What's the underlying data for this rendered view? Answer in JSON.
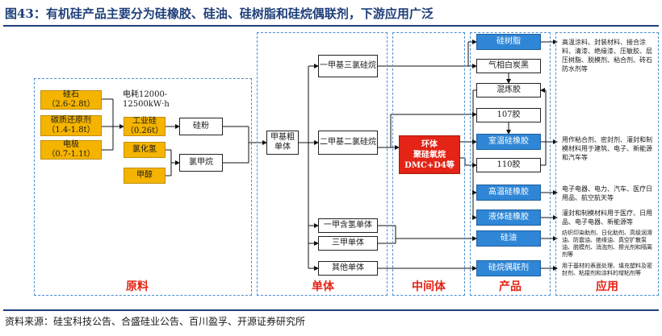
{
  "title": "图43：有机硅产品主要分为硅橡胶、硅油、硅树脂和硅烷偶联剂，下游应用广泛",
  "source": "资料来源：硅宝科技公告、合盛硅业公告、百川盈孚、开源证券研究所",
  "sections": {
    "raw": "原料",
    "monomer": "单体",
    "intermediate": "中间体",
    "product": "产品",
    "application": "应用"
  },
  "raw_materials": {
    "silica": {
      "name": "硅石",
      "amount": "（2.6-2.8t）"
    },
    "carbon": {
      "name": "碳质还原剂",
      "amount": "（1.4-1.8t）"
    },
    "electrode": {
      "name": "电极",
      "amount": "（0.7-1.1t）"
    },
    "power_note": "电耗12000-12500kW·h",
    "industrial_silicon": {
      "name": "工业硅",
      "amount": "（0.26t）"
    },
    "methyl_chloride": "氯化氢",
    "methanol": "甲醇",
    "silicon_powder": "硅粉",
    "chloromethane": "氯甲烷"
  },
  "monomers": {
    "crude": "甲基粗单体",
    "mono": "一甲基三氯硅烷",
    "di": "二甲基二氯硅烷",
    "hydrogen": "一甲含氢单体",
    "tri": "三甲单体",
    "other": "其他单体"
  },
  "intermediate": {
    "line1": "环体",
    "line2": "聚硅氧烷",
    "line3": "DMC+D4等"
  },
  "products": {
    "resin": "硅树脂",
    "fumed_silica": "气相白炭黑",
    "compound_rubber": "混炼胶",
    "glue107": "107胶",
    "rtv": "室温硅橡胶",
    "glue110": "110胶",
    "htv": "高温硅橡胶",
    "lsr": "液体硅橡胶",
    "oil": "硅油",
    "coupling": "硅烷偶联剂"
  },
  "applications": {
    "resin": "高温涂料、封装材料、接合涂料、清漆、绝缘漆、压敏胶、层压树脂、脱模剂、粘合剂、砖石防水剂等",
    "rtv": "用作粘合剂、密封剂、灌封和制模材料用于建筑、电子、新能源和汽车等",
    "htv": "电子电器、电力、汽车、医疗日用品、航空航天等",
    "lsr": "灌封和制模材料用于医疗、日用品、电子电器、新能源等",
    "oil": "纺织印染助剂、日化助剂、高级润滑油、防震油、绝缘油、真空扩散泵油、脱模剂、消泡剂、擦光剂和隔离剂等",
    "coupling": "用于基材的表面处理、填充塑料及密封剂、粘接剂和涂料的增粘剂等"
  }
}
